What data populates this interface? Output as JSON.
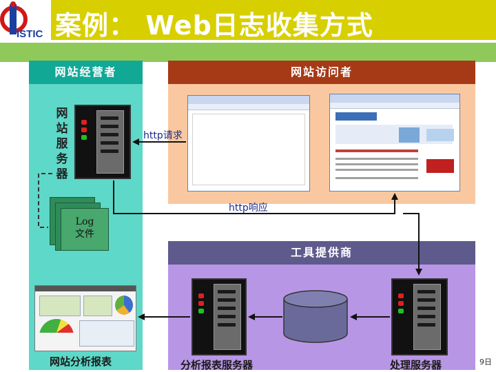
{
  "header": {
    "title": "案例： Web日志收集方式",
    "logo_text": "ISTIC",
    "colors": {
      "title_bar": "#d8cf00",
      "band": "#8fc95a"
    }
  },
  "panels": {
    "site_operator": {
      "title": "网站经营者",
      "color": "#12a896"
    },
    "site_visitor": {
      "title": "网站访问者",
      "color": "#a63a17"
    },
    "tool_provider": {
      "title": "工具提供商",
      "color": "#5e5a8c"
    }
  },
  "nodes": {
    "web_server_label": "网站服务器",
    "log_line1": "Log",
    "log_line2": "文件",
    "analysis_report": "网站分析报表",
    "report_server": "分析报表服务器",
    "processing_server": "处理服务器"
  },
  "edges": {
    "http_request": "http请求",
    "http_response": "http响应"
  },
  "footer": {
    "page_fragment": "9日"
  }
}
